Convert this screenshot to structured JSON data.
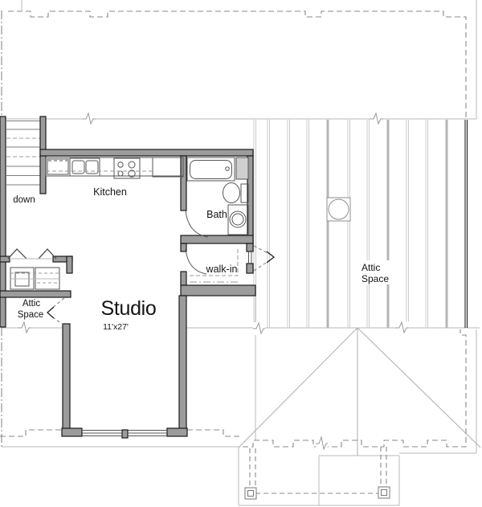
{
  "floor_plan": {
    "rooms": {
      "studio": {
        "name": "Studio",
        "dimensions": "11'x27'"
      },
      "kitchen": {
        "name": "Kitchen"
      },
      "bath": {
        "name": "Bath"
      },
      "walk_in_closet": {
        "name": "walk-in"
      },
      "attic_space_left": {
        "name_line1": "Attic",
        "name_line2": "Space"
      },
      "attic_space_right": {
        "name_line1": "Attic",
        "name_line2": "Space"
      }
    },
    "annotations": {
      "stair_direction": "down"
    },
    "fixtures": {
      "kitchen": [
        "dishwasher",
        "double-sink",
        "range-4-burner",
        "refrigerator"
      ],
      "bath": [
        "bathtub",
        "toilet",
        "vanity-sink",
        "linen-cabinet"
      ],
      "laundry": [
        "washer",
        "dryer"
      ],
      "attic": [
        "chimney-vent"
      ],
      "porch": [
        "post-left",
        "post-right"
      ]
    },
    "colors": {
      "background": "#ffffff",
      "wall_fill": "#9c9c9c",
      "wall_outline": "#1a1a1a",
      "fixture_line": "#555555",
      "light_outline": "#b9b9b9",
      "hidden_line": "#8a8a8a",
      "label_text": "#141414"
    }
  }
}
